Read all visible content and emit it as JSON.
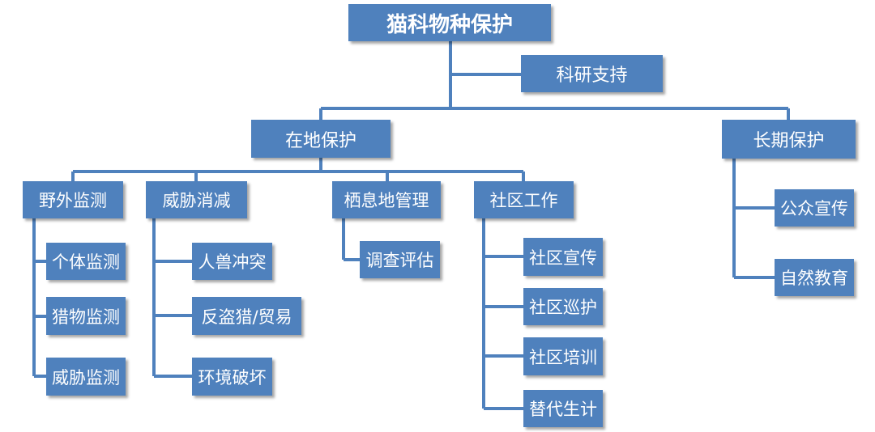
{
  "root": {
    "label": "猫科物种保护"
  },
  "research": {
    "label": "科研支持"
  },
  "in_situ": {
    "label": "在地保护",
    "branches": [
      {
        "label": "野外监测",
        "items": [
          "个体监测",
          "猎物监测",
          "威胁监测"
        ]
      },
      {
        "label": "威胁消减",
        "items": [
          "人兽冲突",
          "反盗猎/贸易",
          "环境破坏"
        ]
      },
      {
        "label": "栖息地管理",
        "items": [
          "调查评估"
        ]
      },
      {
        "label": "社区工作",
        "items": [
          "社区宣传",
          "社区巡护",
          "社区培训",
          "替代生计"
        ]
      }
    ]
  },
  "long_term": {
    "label": "长期保护",
    "items": [
      "公众宣传",
      "自然教育"
    ]
  },
  "colors": {
    "box_fill": "#4f81bd",
    "box_text": "#ffffff",
    "connector": "#4f81bd"
  }
}
